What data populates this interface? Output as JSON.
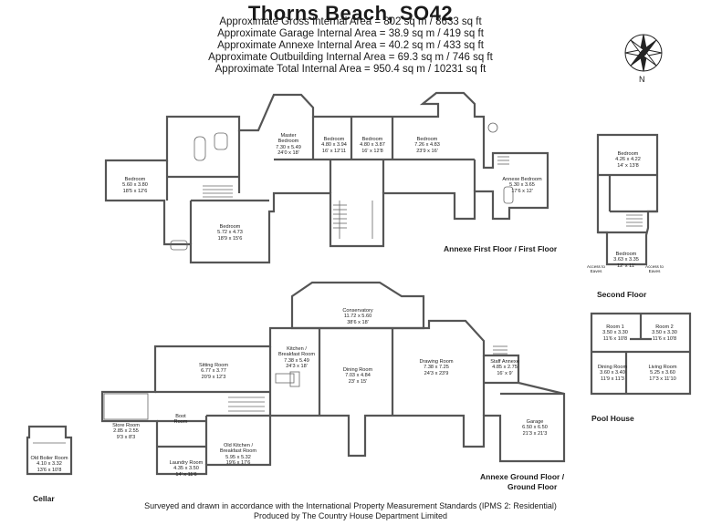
{
  "header": {
    "title": "Thorns Beach, SO42",
    "areas": [
      "Approximate Gross Internal Area = 802 sq m / 8633 sq ft",
      "Approximate Garage Internal Area = 38.9 sq m / 419 sq ft",
      "Approximate Annexe Internal Area = 40.2 sq m / 433 sq ft",
      "Approximate Outbuilding Internal Area = 69.3 sq m / 746 sq ft",
      "Approximate Total Internal Area = 950.4 sq m / 10231 sq ft"
    ]
  },
  "compass": {
    "label": "N"
  },
  "floor_labels": {
    "first": "Annexe First Floor / First Floor",
    "second": "Second Floor",
    "pool": "Pool House",
    "ground_1": "Annexe Ground Floor /",
    "ground_2": "Ground Floor",
    "cellar": "Cellar"
  },
  "first_floor_rooms": {
    "master": [
      "Master Bedroom",
      "7.30 x 5.49",
      "24'0 x 18'"
    ],
    "bed_a": [
      "Bedroom",
      "4.80 x 3.94",
      "16' x 12'11"
    ],
    "bed_b": [
      "Bedroom",
      "4.80 x 3.87",
      "16' x 12'8"
    ],
    "bed_c": [
      "Bedroom",
      "7.26 x 4.83",
      "23'9 x 16'"
    ],
    "bed_left": [
      "Bedroom",
      "5.60 x 3.80",
      "18'5 x 12'6"
    ],
    "bed_mid": [
      "Bedroom",
      "5.72 x 4.73",
      "18'9 x 15'6"
    ],
    "annexe_bed": [
      "Annexe Bedroom",
      "5.30 x 3.65",
      "17'6 x 12'"
    ]
  },
  "second_floor_rooms": {
    "bed_top": [
      "Bedroom",
      "4.26 x 4.22",
      "14' x 13'8"
    ],
    "bed_bot": [
      "Bedroom",
      "3.63 x 3.35",
      "12' x 11'"
    ],
    "eaves_left": [
      "Access to",
      "Eaves"
    ],
    "eaves_right": [
      "Access to",
      "Eaves"
    ]
  },
  "pool_house_rooms": {
    "room1": [
      "Room 1",
      "3.50 x 3.30",
      "11'6 x 10'8"
    ],
    "room2": [
      "Room 2",
      "3.50 x 3.30",
      "11'6 x 10'8"
    ],
    "dining": [
      "Dining Room",
      "3.60 x 3.40",
      "11'9 x 11'3"
    ],
    "living": [
      "Living Room",
      "5.25 x 3.60",
      "17'3 x 11'10"
    ]
  },
  "ground_floor_rooms": {
    "conservatory": [
      "Conservatory",
      "11.72 x 5.60",
      "38'6 x 18'"
    ],
    "kitchen": [
      "Kitchen /",
      "Breakfast Room",
      "7.38 x 5.49",
      "24'3 x 18'"
    ],
    "sitting": [
      "Sitting Room",
      "6.77 x 3.77",
      "20'9 x 12'3"
    ],
    "dining": [
      "Dining Room",
      "7.03 x 4.84",
      "23' x 15'"
    ],
    "drawing": [
      "Drawing Room",
      "7.38 x 7.25",
      "24'3 x 23'9"
    ],
    "staff_annexe": [
      "Staff Annexe",
      "4.85 x 2.75",
      "16' x 9'"
    ],
    "boot": [
      "Boot",
      "Room"
    ],
    "store": [
      "Store Room",
      "2.85 x 2.55",
      "9'3 x 8'3"
    ],
    "old_kitchen": [
      "Old Kitchen /",
      "Breakfast Room",
      "5.95 x 5.32",
      "19'6 x 17'6"
    ],
    "laundry": [
      "Laundry Room",
      "4.35 x 3.50",
      "14' x 11'6"
    ],
    "garage": [
      "Garage",
      "6.50 x 6.50",
      "21'3 x 21'3"
    ]
  },
  "cellar_rooms": {
    "boiler": [
      "Old Boiler Room",
      "4.10 x 3.32",
      "13'6 x 10'8"
    ]
  },
  "footer": {
    "line1": "Surveyed and drawn in accordance with the International Property Measurement Standards (IPMS 2: Residential)",
    "line2": "Produced by The Country House Department Limited"
  }
}
